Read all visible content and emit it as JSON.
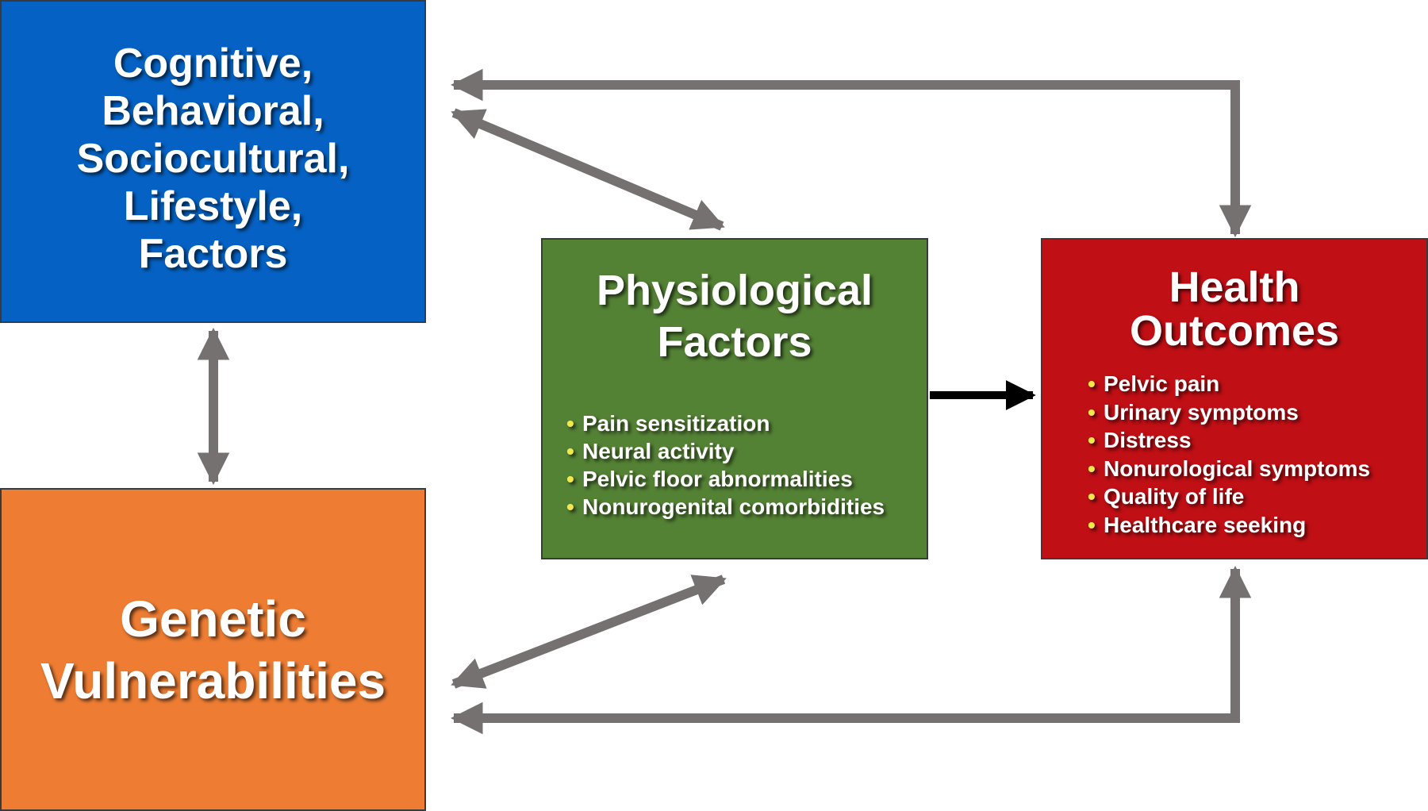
{
  "colors": {
    "cognitive_box": "#0562c4",
    "genetic_box": "#ee7d33",
    "physiological_box": "#548235",
    "health_box": "#c00f15",
    "arrow_gray": "#767171",
    "arrow_black": "#000000",
    "bullet_yellow": "#f2e84a"
  },
  "boxes": {
    "cognitive": {
      "title": "Cognitive,\nBehavioral,\nSociocultural,\nLifestyle,\nFactors"
    },
    "genetic": {
      "title": "Genetic\nVulnerabilities"
    },
    "physiological": {
      "title": "Physiological\nFactors",
      "items": [
        "Pain sensitization",
        "Neural activity",
        "Pelvic floor abnormalities",
        "Nonurogenital comorbidities"
      ]
    },
    "health": {
      "title": "Health\nOutcomes",
      "items": [
        "Pelvic pain",
        "Urinary symptoms",
        "Distress",
        "Nonurological symptoms",
        "Quality of life",
        "Healthcare seeking"
      ]
    }
  },
  "bullet_symbol": "•"
}
